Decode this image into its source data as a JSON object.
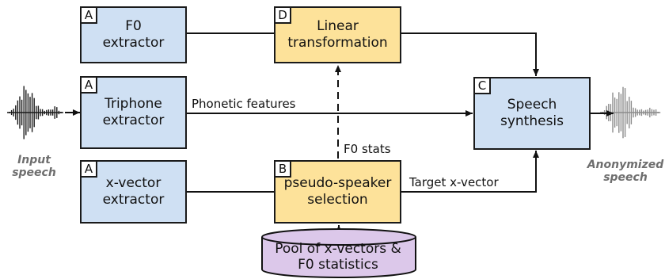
{
  "diagram": {
    "blocks": {
      "f0_extractor": {
        "tag": "A",
        "label": "F0\nextractor"
      },
      "triphone_extractor": {
        "tag": "A",
        "label": "Triphone\nextractor"
      },
      "xvector_extractor": {
        "tag": "A",
        "label": "x-vector\nextractor"
      },
      "linear_transformation": {
        "tag": "D",
        "label": "Linear\ntransformation"
      },
      "pseudo_speaker_selection": {
        "tag": "B",
        "label": "pseudo-speaker\nselection"
      },
      "speech_synthesis": {
        "tag": "C",
        "label": "Speech\nsynthesis"
      }
    },
    "database": {
      "label": "Pool of x-vectors &\nF0 statistics"
    },
    "edges": {
      "phonetic_features": "Phonetic features",
      "f0_stats": "F0 stats",
      "target_xvector": "Target x-vector"
    },
    "input_label": "Input\nspeech",
    "output_label": "Anonymized\nspeech",
    "colors": {
      "extractor_fill": "#cfe0f3",
      "processing_fill": "#fde29a",
      "database_fill": "#dcc8ea",
      "input_wave": "#1a1a1a",
      "output_wave": "#8c8c8c"
    }
  }
}
